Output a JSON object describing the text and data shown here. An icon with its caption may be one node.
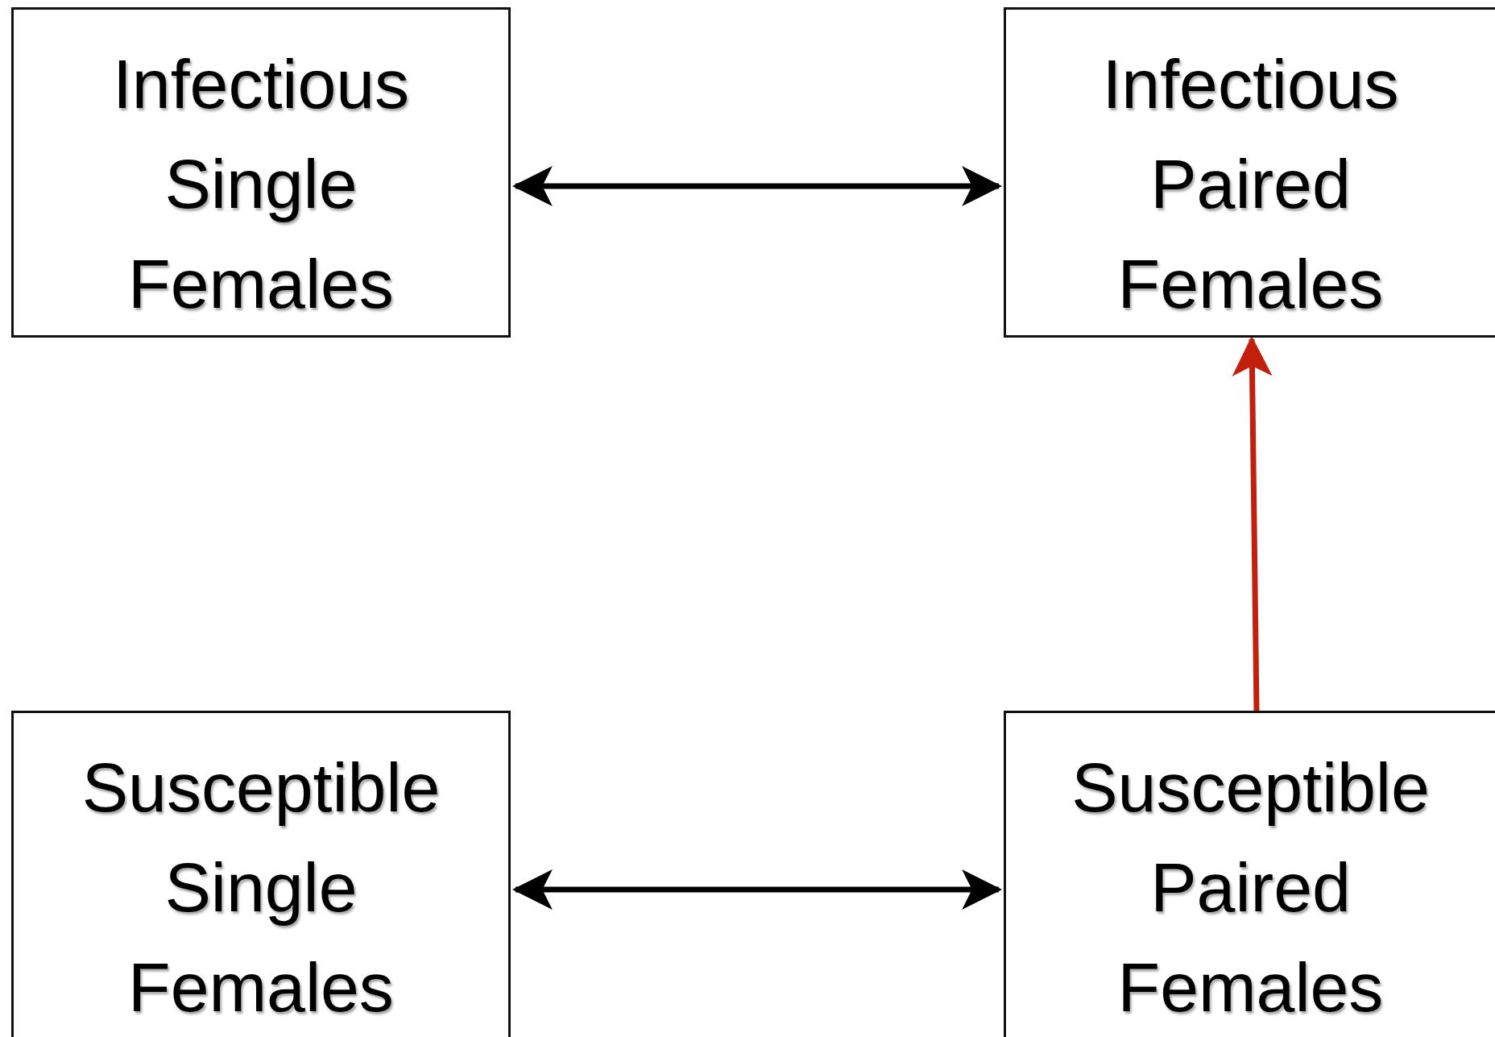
{
  "diagram": {
    "nodes": [
      {
        "text": [
          "Infectious Single Females"
        ]
      },
      {
        "text": [
          "Infectious Paired Females"
        ]
      },
      {
        "text": [
          "Susceptible Single Females"
        ]
      },
      {
        "text": [
          "Susceptible Paired Females"
        ]
      }
    ],
    "edges": [
      {
        "from": 0,
        "to": 1,
        "arrow": "both"
      },
      {
        "from": 2,
        "to": 3,
        "arrow": "both"
      },
      {
        "from": 3,
        "to": 1,
        "arrow": "to",
        "color": "#c0200c"
      }
    ]
  }
}
